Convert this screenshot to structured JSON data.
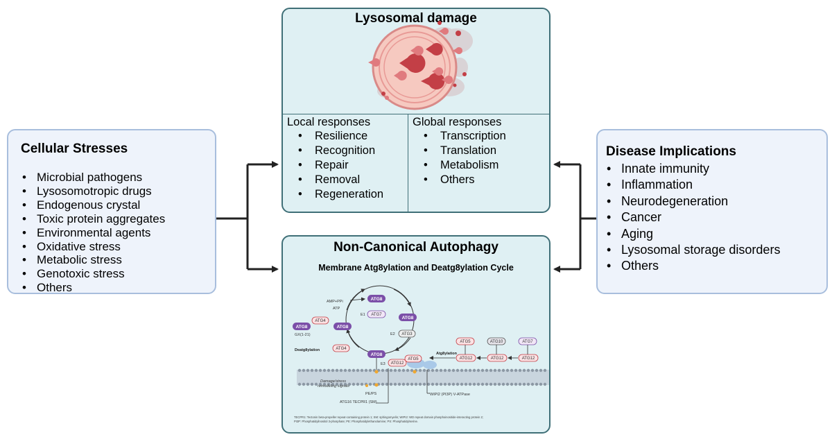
{
  "left_panel": {
    "title": "Cellular Stresses",
    "items": [
      "Microbial pathogens",
      "Lysosomotropic drugs",
      "Endogenous crystal",
      "Toxic protein aggregates",
      "Environmental agents",
      "Oxidative stress",
      "Metabolic stress",
      "Genotoxic stress",
      "Others"
    ]
  },
  "top_panel": {
    "title": "Lysosomal damage",
    "local": {
      "heading": "Local responses",
      "items": [
        "Resilience",
        "Recognition",
        "Repair",
        "Removal",
        "Regeneration"
      ]
    },
    "global": {
      "heading": "Global responses",
      "items": [
        "Transcription",
        "Translation",
        "Metabolism",
        "Others"
      ]
    }
  },
  "bottom_panel": {
    "title": "Non-Canonical Autophagy",
    "subtitle": "Membrane Atg8ylation and Deatg8ylation Cycle",
    "labels": {
      "atg8": "ATG8",
      "atg7": "ATG7",
      "atg3": "ATG3",
      "atg4": "ATG4",
      "atg12": "ATG12",
      "atg5": "ATG5",
      "atg10": "ATG10",
      "e1": "E1",
      "e2": "E2",
      "e3": "E3",
      "amp": "AMP+PPi",
      "atp": "ATP",
      "gx": "GX(1-21)",
      "deatg8": "Deatg8ylation",
      "atg8ylation": "Atg8ylation",
      "damage": "Damage/stress",
      "remodel": "remodeling signals",
      "peps": "PE/PS",
      "atg16": "ATG16 TECPR1 (SM)",
      "wipi": "WIPI2 (PI3P) V-ATPase",
      "foot1": "TECPR1: Tectonin beta-propeller repeat-containing protein 1; SM: sphingomyelin; WIPI2: WD repeat domain phosphoinositide-interacting protein 2;",
      "foot2": "PI3P: Phosphatidylinositol 3-phosphate; PE: Phosphatidylethanolamine; PS: Phosphatidylserine."
    }
  },
  "right_panel": {
    "title": "Disease Implications",
    "items": [
      "Innate immunity",
      "Inflammation",
      "Neurodegeneration",
      "Cancer",
      "Aging",
      "Lysosomal storage disorders",
      "Others"
    ]
  },
  "colors": {
    "side_fill": "#eef3fb",
    "side_border": "#a8bedd",
    "center_fill": "#dff0f3",
    "center_border": "#3f6f77",
    "arrow": "#222222",
    "atg8_purple": "#7b4fa8"
  }
}
